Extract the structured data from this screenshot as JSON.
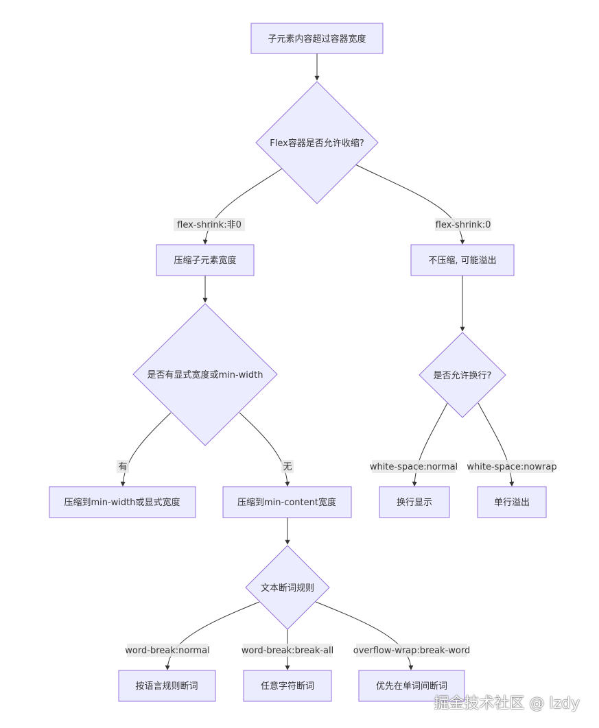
{
  "nodes": {
    "start": "子元素内容超过容器宽度",
    "flex_shrink_q": "Flex容器是否允许收缩?",
    "shrink_width": "压缩子元素宽度",
    "no_shrink": "不压缩, 可能溢出",
    "explicit_q": "是否有显式宽度或min-width",
    "wrap_q": "是否允许换行?",
    "to_min_width": "压缩到min-width或显式宽度",
    "to_min_content": "压缩到min-content宽度",
    "wrap_display": "换行显示",
    "single_overflow": "单行溢出",
    "word_break_q": "文本断词规则",
    "lang_break": "按语言规则断词",
    "any_char_break": "任意字符断词",
    "prefer_word_break": "优先在单词间断词"
  },
  "edges": {
    "shrink_nonzero": "flex-shrink:非0",
    "shrink_zero": "flex-shrink:0",
    "has": "有",
    "none": "无",
    "ws_normal": "white-space:normal",
    "ws_nowrap": "white-space:nowrap",
    "wb_normal": "word-break:normal",
    "wb_break_all": "word-break:break-all",
    "ow_break_word": "overflow-wrap:break-word"
  },
  "watermark": "掘金技术社区 @ lzdy"
}
